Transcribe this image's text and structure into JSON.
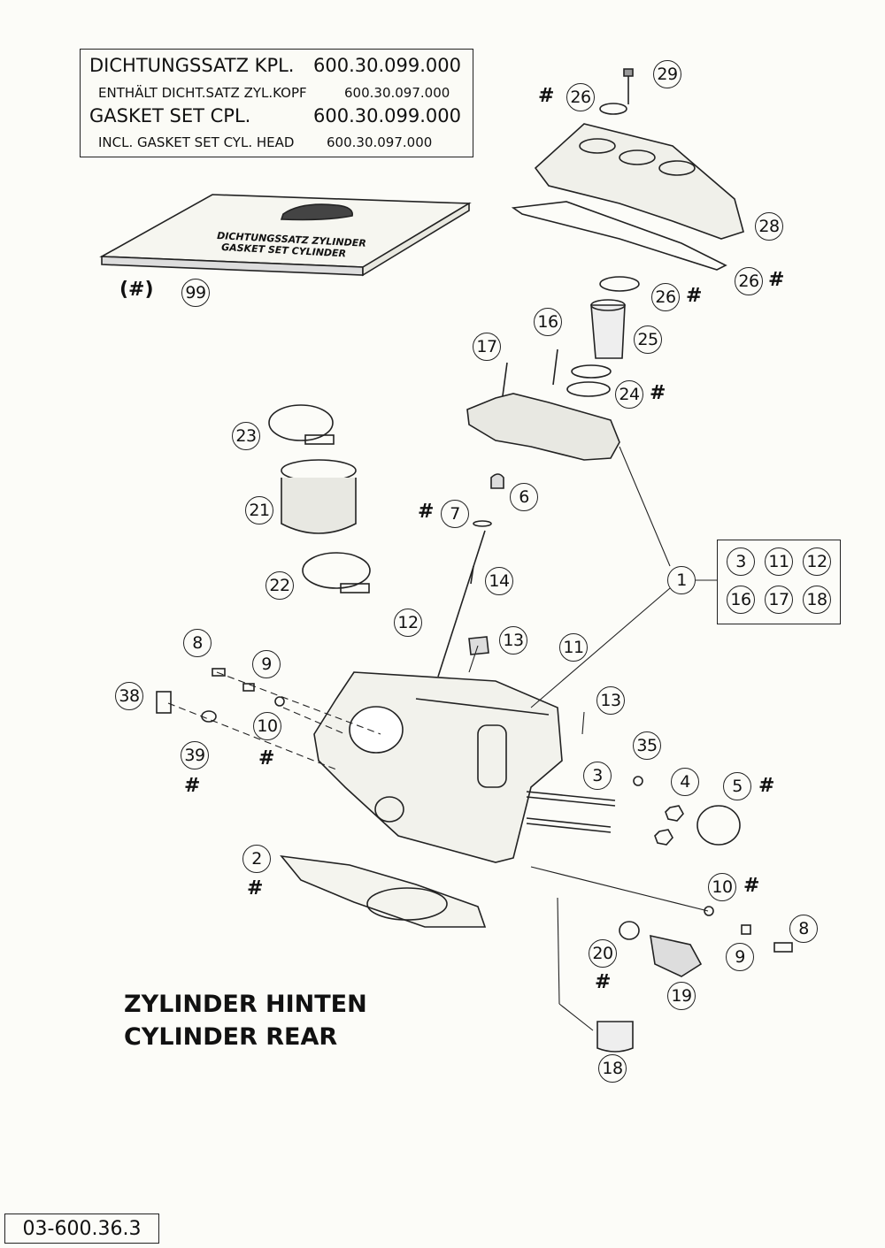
{
  "header": {
    "line1_label": "DICHTUNGSSATZ KPL.",
    "line1_no": "600.30.099.000",
    "line2_label": "ENTHÄLT DICHT.SATZ ZYL.KOPF",
    "line2_no": "600.30.097.000",
    "line3_label": "GASKET SET CPL.",
    "line3_no": "600.30.099.000",
    "line4_label": "INCL. GASKET SET CYL. HEAD",
    "line4_no": "600.30.097.000"
  },
  "kit": {
    "text1": "DICHTUNGSSATZ ZYLINDER",
    "text2": "GASKET SET CYLINDER",
    "label": "(#)",
    "number": "99"
  },
  "parts": {
    "p29": "29",
    "p26a": "26",
    "p28": "28",
    "p26b": "26",
    "p26c": "26",
    "p16": "16",
    "p17": "17",
    "p25": "25",
    "p24": "24",
    "p23": "23",
    "p21": "21",
    "p22": "22",
    "p6": "6",
    "p7": "7",
    "p14": "14",
    "p1": "1",
    "p12": "12",
    "p13a": "13",
    "p11": "11",
    "p13b": "13",
    "p8a": "8",
    "p9a": "9",
    "p38": "38",
    "p10a": "10",
    "p39": "39",
    "p3": "3",
    "p35": "35",
    "p4": "4",
    "p5": "5",
    "p2": "2",
    "p10b": "10",
    "p8b": "8",
    "p9b": "9",
    "p20": "20",
    "p19": "19",
    "p18": "18"
  },
  "legend": [
    "3",
    "11",
    "12",
    "16",
    "17",
    "18"
  ],
  "hash": "#",
  "caption": {
    "line1": "ZYLINDER HINTEN",
    "line2": "CYLINDER REAR"
  },
  "drawing_code": "03-600.36.3"
}
